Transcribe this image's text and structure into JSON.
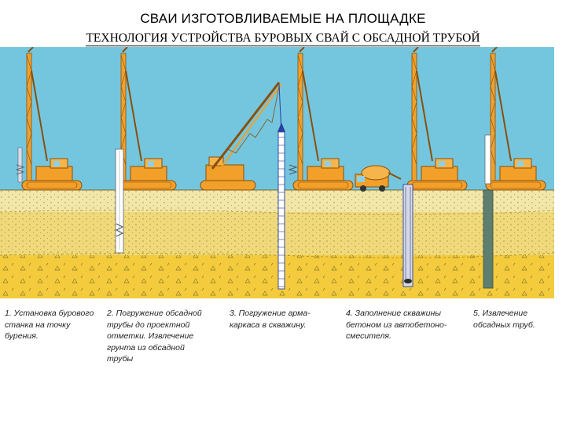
{
  "header": {
    "title": "СВАИ ИЗГОТОВЛИВАЕМЫЕ НА ПЛОЩАДКЕ",
    "subtitle": "ТЕХНОЛОГИЯ УСТРОЙСТВА БУРОВЫХ СВАЙ С ОБСАДНОЙ ТРУБОЙ"
  },
  "steps": [
    {
      "lines": [
        "1. Установка бурового",
        "станка на точку",
        "бурения."
      ]
    },
    {
      "lines": [
        "2. Погружение обсадной",
        "трубы до проектной",
        "отметки. Извлечение",
        "грунта из обсадной",
        "трубы"
      ]
    },
    {
      "lines": [
        "3. Погружение арма-",
        "каркаса в скважину."
      ]
    },
    {
      "lines": [
        "4. Заполнение скважины",
        "бетоном из автобетоно-",
        "смесителя."
      ]
    },
    {
      "lines": [
        "5. Извлечение",
        "обсадных труб."
      ]
    }
  ],
  "colors": {
    "sky": "#74C6DF",
    "soil_light": "#F2E6A8",
    "soil_mid": "#EFD97A",
    "soil_deep": "#F3CB3C",
    "machine": "#F2A02A",
    "machine_dark": "#B56A10",
    "concrete_pile": "#5E7E70",
    "rebar": "#2A3FA0"
  }
}
